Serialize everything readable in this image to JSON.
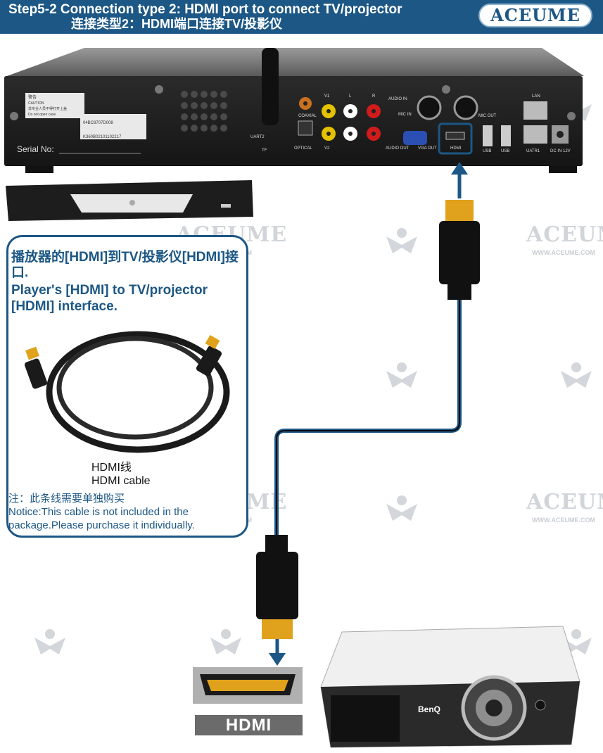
{
  "header": {
    "title_en": "Step5-2  Connection type 2: HDMI port to connect TV/projector",
    "title_zh": "连接类型2：HDMI端口连接TV/投影仪",
    "logo": "ACEUME"
  },
  "watermark": {
    "text": "ACEUME",
    "url": "WWW.ACEUME.COM"
  },
  "device": {
    "serial_label": "Serial No:",
    "caution_title": "警告",
    "caution_en": "CAUTION",
    "caution_zh": "非专业人员不得打开上盖",
    "caution_open": "Do not open case",
    "barcode_top": "04BC8707D008",
    "barcode_bottom": "K360B02101102217",
    "port_labels": {
      "uart2": "UART2",
      "tf": "TF",
      "coaxial": "COAXIAL",
      "optical": "OPTICAL",
      "v1": "V1",
      "v2": "V2",
      "l": "L",
      "r": "R",
      "audio_in": "AUDIO IN",
      "audio_out": "AUDIO OUT",
      "mic_in": "MIC IN",
      "mic_out": "MIC OUT",
      "vga_out": "VGA OUT",
      "hdmi": "HDMI",
      "usb": "USB",
      "lan": "LAN",
      "uatr1": "UATR1",
      "dc": "DC IN 12V"
    }
  },
  "info_box": {
    "zh": "播放器的[HDMI]到TV/投影仪[HDMI]接口.",
    "en": "Player's [HDMI] to TV/projector [HDMI] interface.",
    "cable_zh": "HDMI线",
    "cable_en": "HDMI cable",
    "notice_zh": "注：此条线需要单独购买",
    "notice_en": "Notice:This cable is not included in the package.Please purchase it individually."
  },
  "hdmi_port_label": "HDMI",
  "projector": {
    "brand": "BenQ"
  },
  "colors": {
    "header_bg": "#1c5785",
    "accent": "#1c5785",
    "cable_line": "#1c5785",
    "connector_gold": "#e0a21c"
  }
}
